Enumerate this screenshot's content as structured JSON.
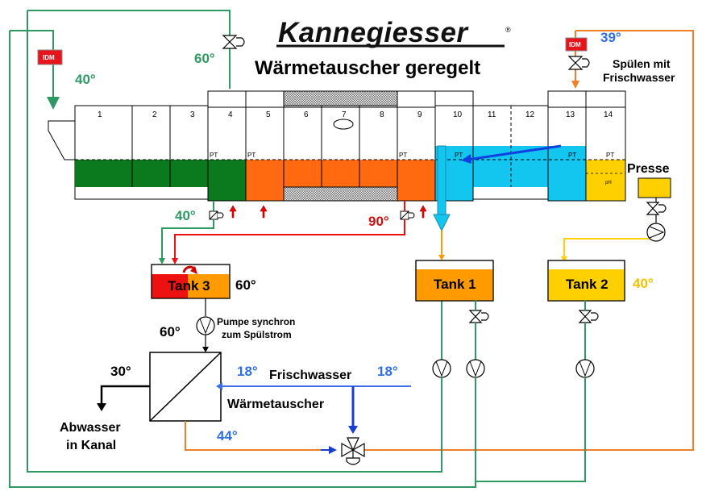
{
  "header": {
    "brand": "Kannegiesser",
    "registered_mark": "®",
    "title": "Wärmetauscher geregelt"
  },
  "colors": {
    "green_pipe": "#2E9A63",
    "dark_green_fill": "#0B7A1E",
    "orange_fill": "#FF6A10",
    "orange_pipe": "#F07F2A",
    "blue_fill": "#12C6F0",
    "yellow_fill": "#FFD000",
    "red_fill": "#EE1111",
    "tank_orange": "#FF9A00",
    "blue_text": "#2F6FE0",
    "yellow_text": "#F2C200",
    "red_text": "#D01010",
    "idm_red": "#E8141B"
  },
  "washer": {
    "cells": [
      "1",
      "2",
      "3",
      "4",
      "5",
      "6",
      "7",
      "8",
      "9",
      "10",
      "11",
      "12",
      "13",
      "14"
    ],
    "pt_label": "PT",
    "ph_label": "pH"
  },
  "idm_label": "IDM",
  "temperatures": {
    "inlet_left": "40°",
    "valve_top": "60°",
    "rinse_top": "39°",
    "drain_left": "40°",
    "drain_right": "90°",
    "tank3": "60°",
    "pump_out": "60°",
    "tank2": "40°",
    "waste": "30°",
    "fresh_left": "18°",
    "fresh_right": "18°",
    "hx_out": "44°"
  },
  "labels": {
    "rinse_line1": "Spülen mit",
    "rinse_line2": "Frischwasser",
    "press": "Presse",
    "pump_line1": "Pumpe synchron",
    "pump_line2": "zum Spülstrom",
    "fresh_water": "Frischwasser",
    "heat_exchanger": "Wärmetauscher",
    "waste_line1": "Abwasser",
    "waste_line2": "in Kanal"
  },
  "tanks": {
    "tank3": "Tank 3",
    "tank1": "Tank 1",
    "tank2": "Tank 2"
  }
}
